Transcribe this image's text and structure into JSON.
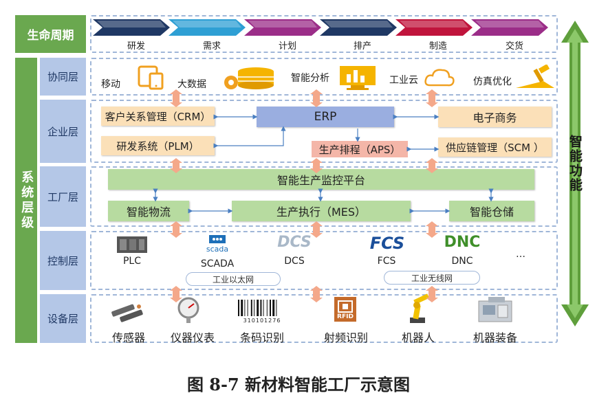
{
  "lifecycle": {
    "title": "生命周期",
    "stages": [
      "研发",
      "需求",
      "计划",
      "排产",
      "制造",
      "交货"
    ],
    "colors": [
      "#1f3864",
      "#2e9fd4",
      "#9b2d88",
      "#1f3864",
      "#c0143c",
      "#9b2d88"
    ]
  },
  "system_levels": {
    "title": "系统层级",
    "layers": [
      "协同层",
      "企业层",
      "工厂层",
      "控制层",
      "设备层"
    ]
  },
  "collab": {
    "items": [
      "移动",
      "大数据",
      "智能分析",
      "工业云",
      "仿真优化"
    ]
  },
  "enterprise": {
    "crm": "客户关系管理（CRM）",
    "plm": "研发系统（PLM）",
    "erp": "ERP",
    "aps": "生产排程（APS）",
    "ecommerce": "电子商务",
    "scm": "供应链管理（SCM ）"
  },
  "factory": {
    "platform": "智能生产监控平台",
    "logistics": "智能物流",
    "mes": "生产执行（MES）",
    "warehouse": "智能仓储"
  },
  "control": {
    "items": [
      "PLC",
      "SCADA",
      "DCS",
      "FCS",
      "DNC",
      "…"
    ],
    "logos": {
      "scada": "scada",
      "dcs": "DCS",
      "fcs": "FCS",
      "dnc": "DNC"
    },
    "ethernet": "工业以太网",
    "wireless": "工业无线网"
  },
  "device": {
    "items": [
      "传感器",
      "仪器仪表",
      "条码识别",
      "射频识别",
      "机器人",
      "机器装备"
    ],
    "barcode_text": "310101276",
    "rfid_text": "RFID"
  },
  "side": {
    "label": "智能功能",
    "color": "#5f9f3c"
  },
  "caption": "图 8-7 新材料智能工厂示意图"
}
